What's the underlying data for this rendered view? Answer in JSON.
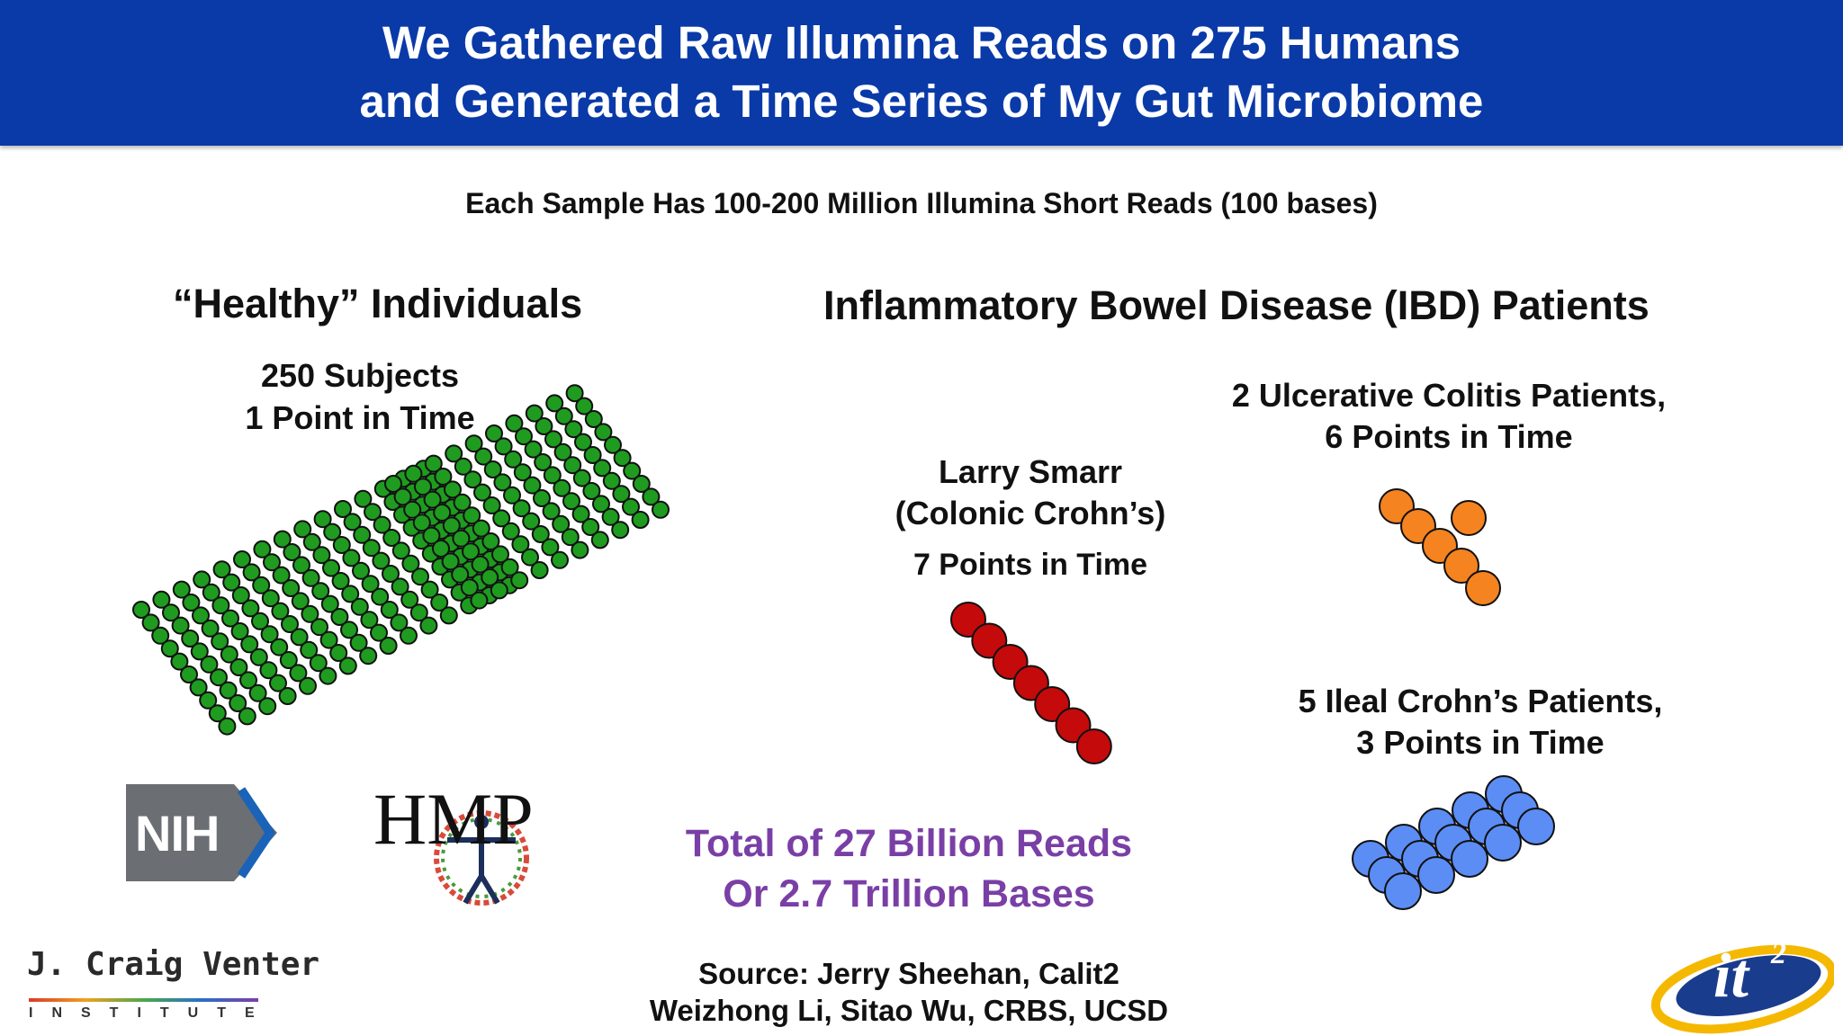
{
  "header": {
    "line1": "We Gathered Raw Illumina Reads on 275 Humans",
    "line2": "and Generated a Time Series of My Gut Microbiome"
  },
  "subtitle": "Each Sample Has 100-200 Million Illumina Short Reads (100 bases)",
  "healthy": {
    "heading": "“Healthy” Individuals",
    "line1": "250 Subjects",
    "line2": "1 Point in Time",
    "count": 250,
    "color": "#1f9b1f"
  },
  "ibd": {
    "heading": "Inflammatory Bowel Disease (IBD) Patients",
    "larry": {
      "line1": "Larry Smarr",
      "line2": "(Colonic Crohn’s)",
      "line3": "7 Points in Time",
      "count": 7,
      "color": "#c40a0a"
    },
    "uc": {
      "line1": "2 Ulcerative Colitis Patients,",
      "line2": "6 Points in Time",
      "count": 6,
      "color": "#f5831f"
    },
    "ileal": {
      "line1": "5 Ileal Crohn’s Patients,",
      "line2": "3 Points in Time",
      "count": 15,
      "color": "#5b8df5"
    }
  },
  "total": {
    "line1": "Total of 27 Billion Reads",
    "line2": "Or 2.7 Trillion Bases"
  },
  "source": {
    "line1": "Source: Jerry Sheehan, Calit2",
    "line2": "Weizhong Li, Sitao Wu, CRBS, UCSD"
  },
  "logos": {
    "nih": "NIH",
    "hmp": "HMP",
    "jcvi_name": "J. Craig Venter",
    "jcvi_sub": "INSTITUTE",
    "it2": "it",
    "it2_sup": "2"
  }
}
